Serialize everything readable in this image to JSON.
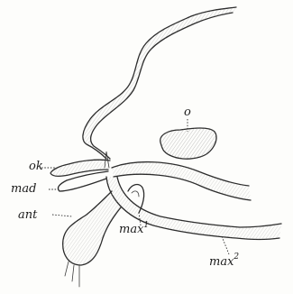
{
  "figure": {
    "labels": {
      "ok": "ok",
      "mad": "mad",
      "ant": "ant",
      "o": "o",
      "max1_base": "max",
      "max1_sup": "1",
      "max2_base": "max",
      "max2_sup": "2"
    }
  }
}
